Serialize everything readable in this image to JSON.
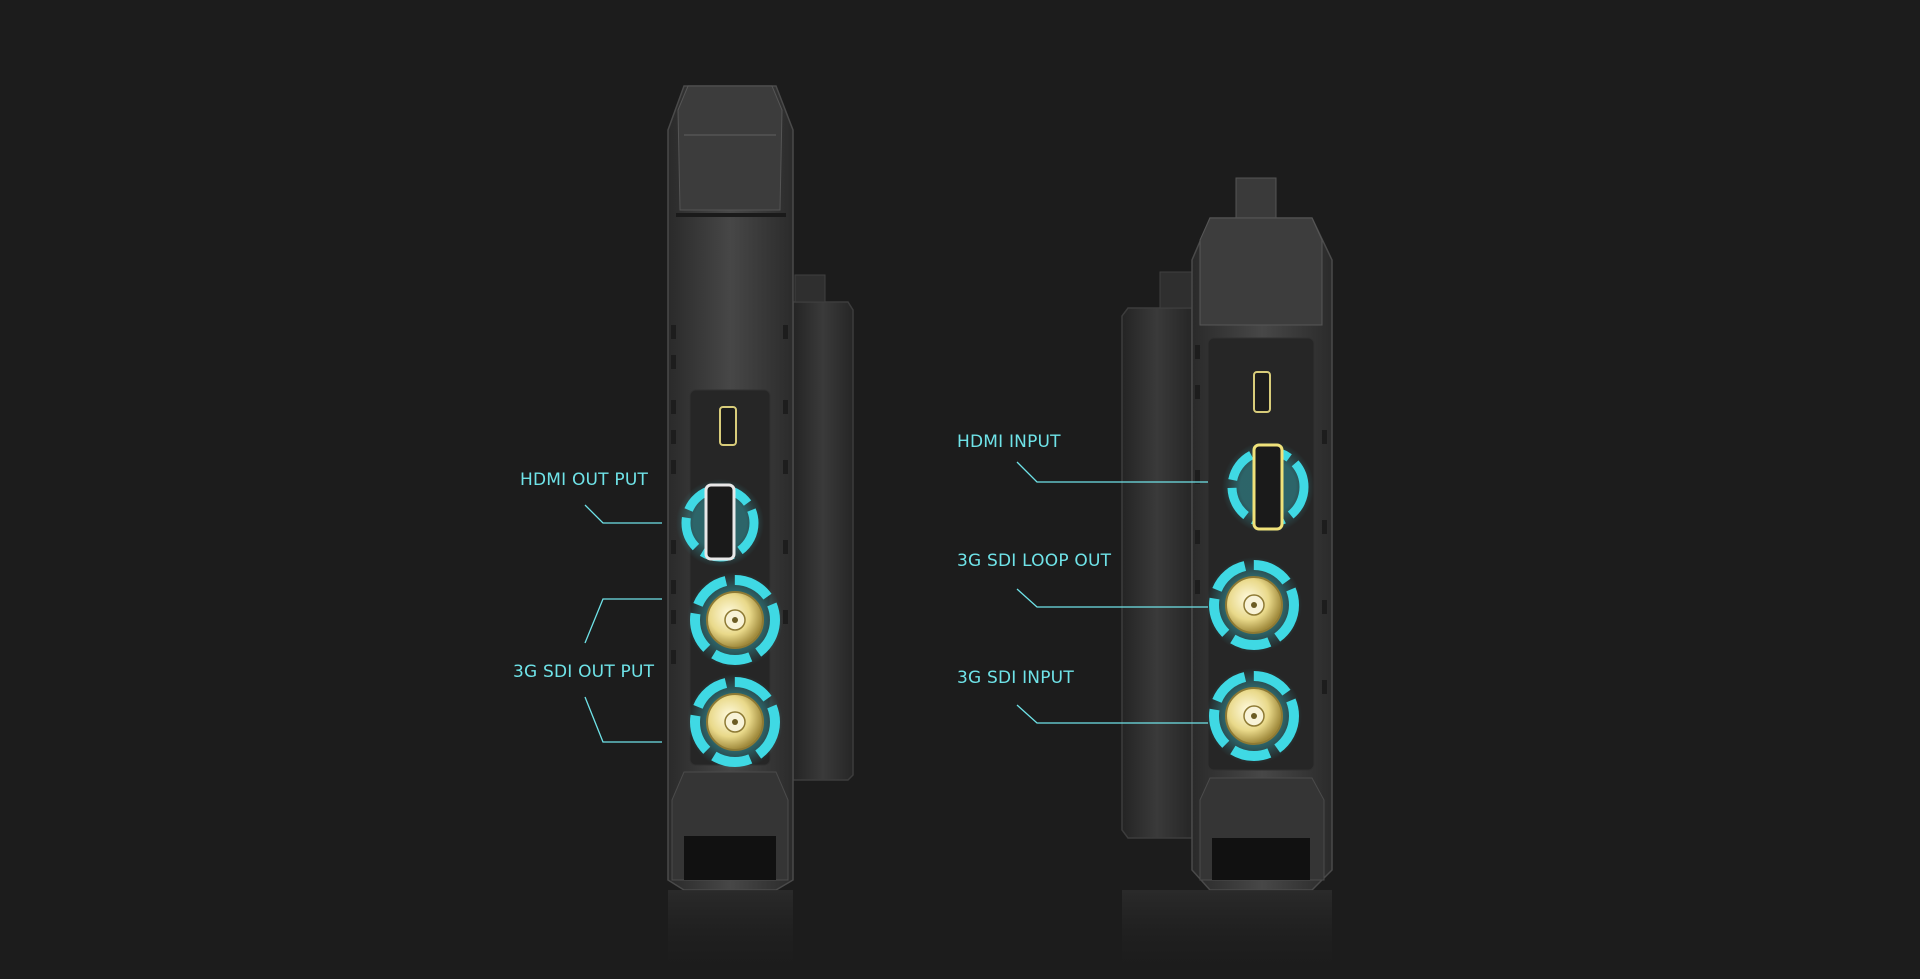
{
  "accent_color": "#6fe3e8",
  "device_left": {
    "labels": {
      "hdmi_output": "HDMI OUT PUT",
      "sdi_output": "3G SDI OUT PUT"
    }
  },
  "device_right": {
    "labels": {
      "hdmi_input": "HDMI INPUT",
      "sdi_loop_out": "3G SDI LOOP OUT",
      "sdi_input": "3G SDI INPUT"
    }
  }
}
